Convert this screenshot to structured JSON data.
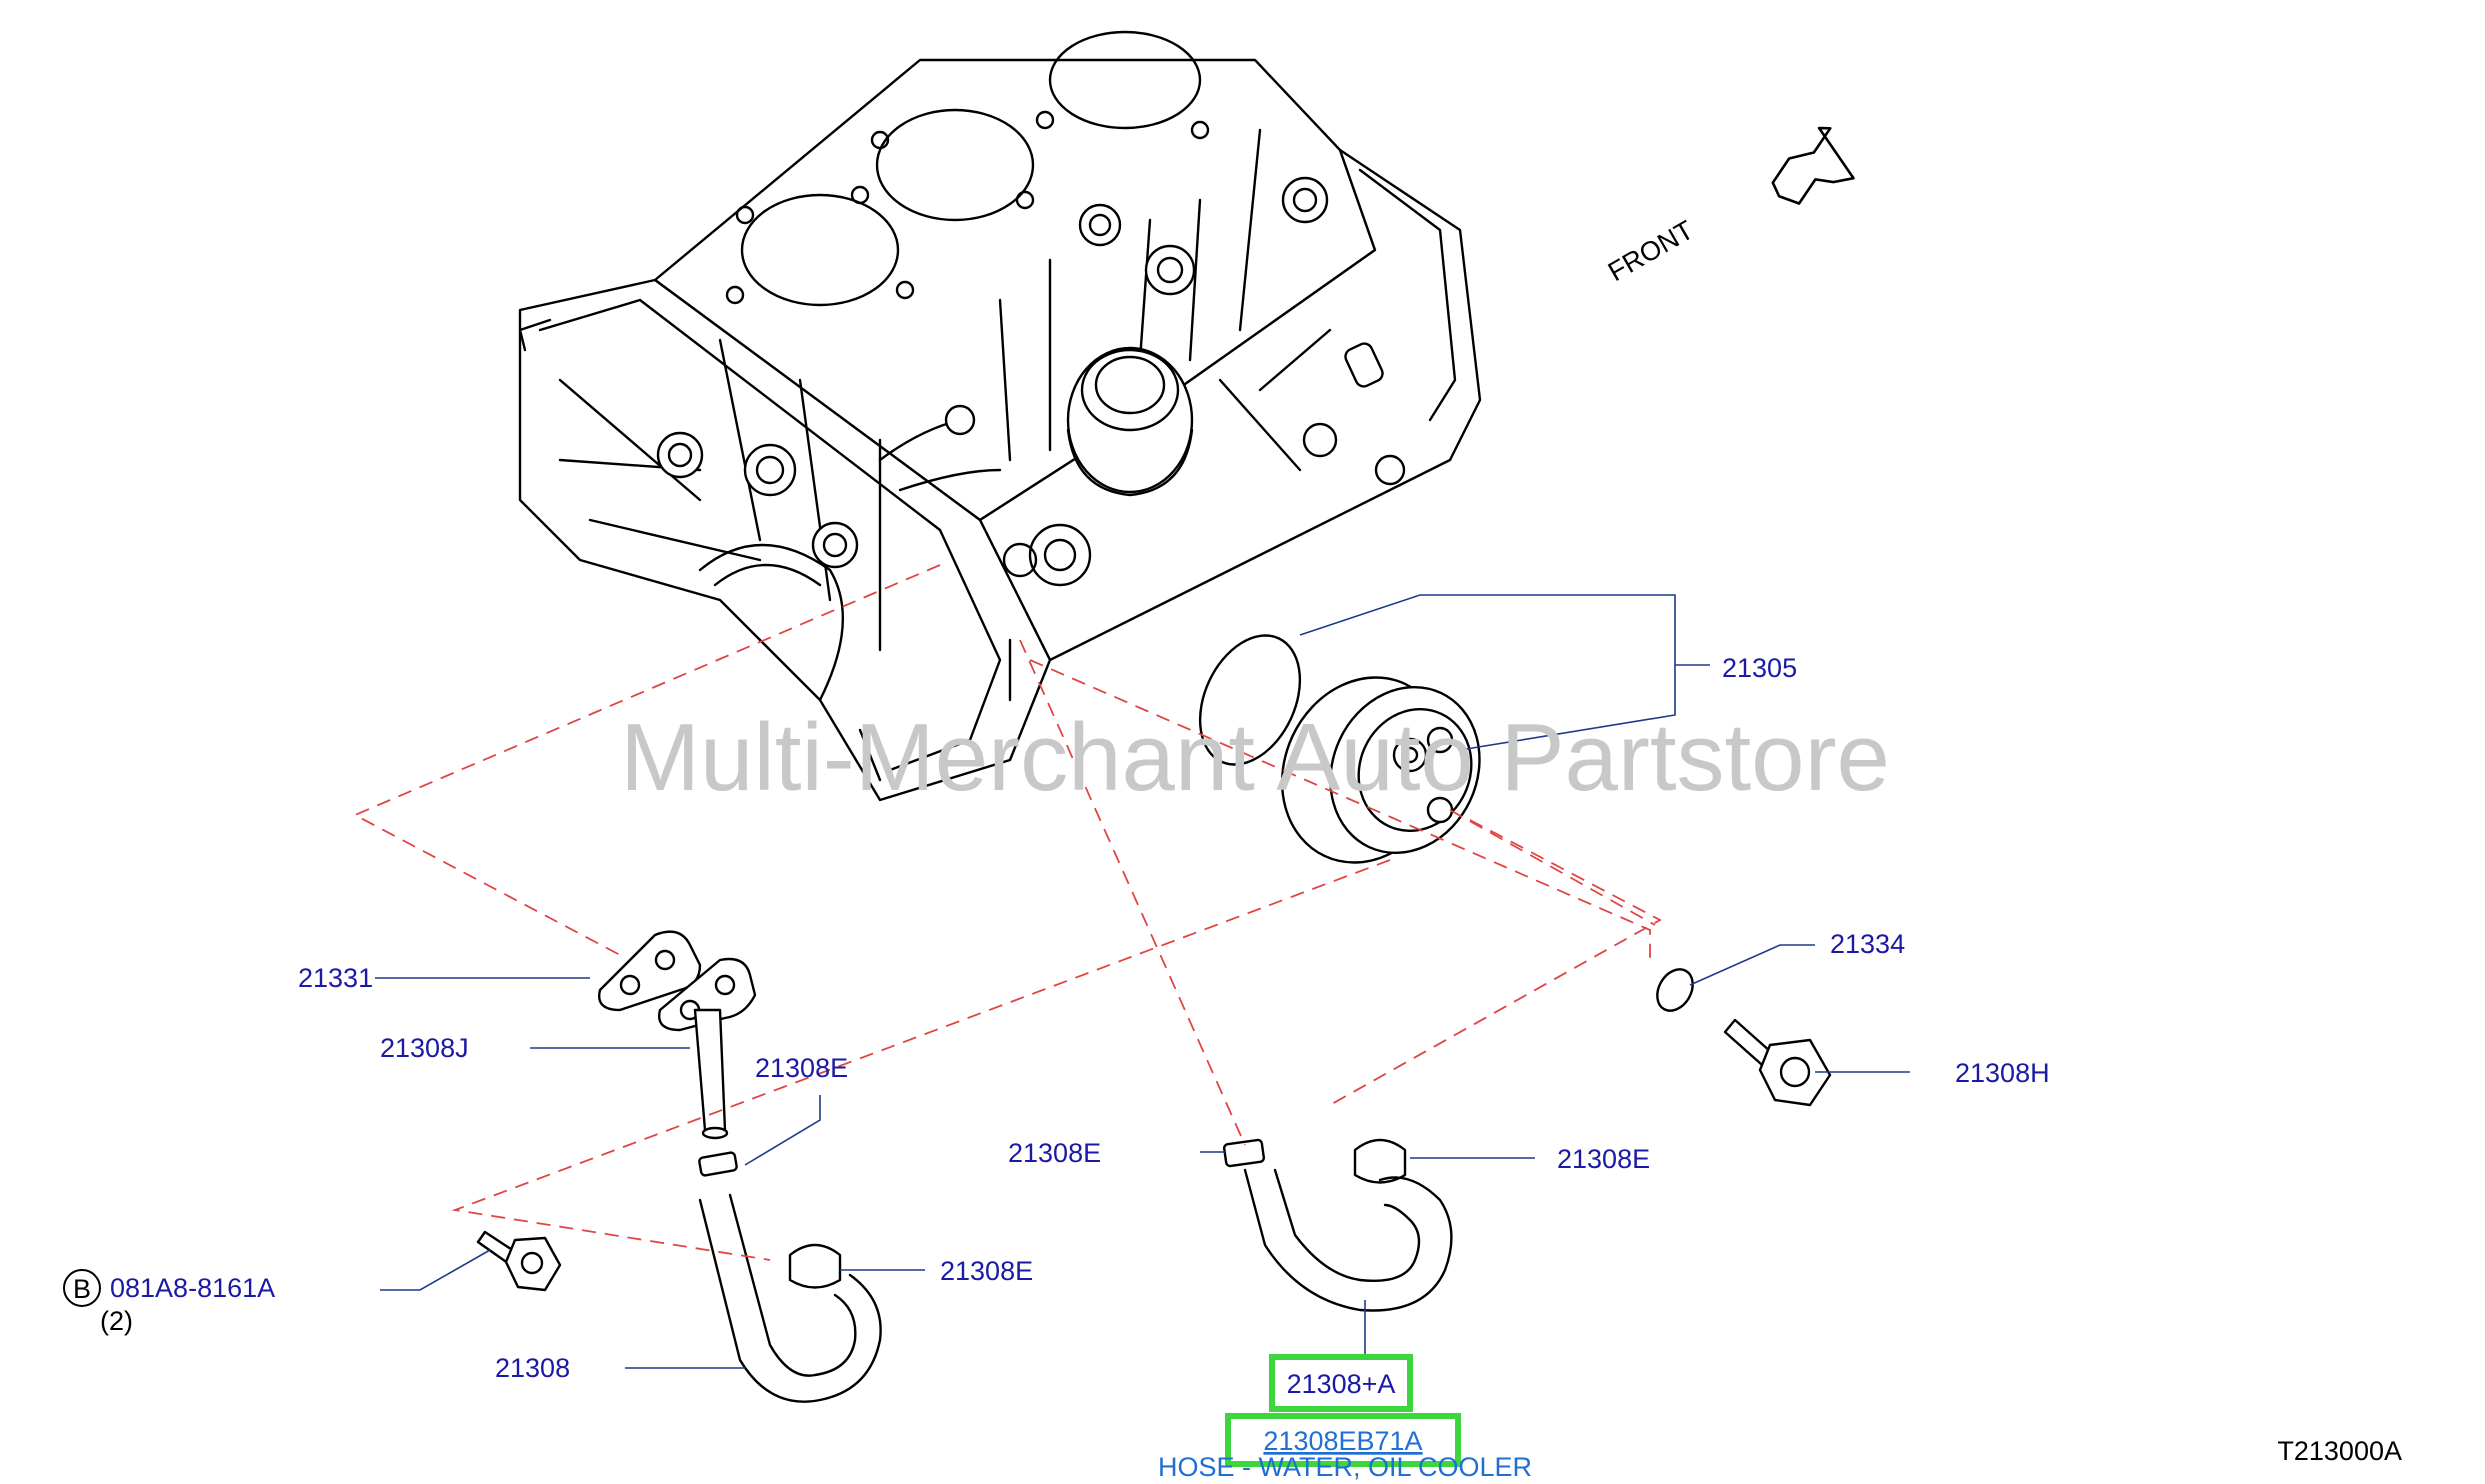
{
  "watermark": "Multi-Merchant Auto Partstore",
  "direction": {
    "text": "FRONT",
    "icon": "arrow-icon"
  },
  "figure_id": "T213000A",
  "parts": {
    "p21305": "21305",
    "p21334": "21334",
    "p21331": "21331",
    "p21308J": "21308J",
    "p21308E_top": "21308E",
    "p21308H": "21308H",
    "p21308E_mid_left": "21308E",
    "p21308E_mid_right": "21308E",
    "p21308E_low": "21308E",
    "p21308": "21308",
    "bolt_ref_circle": "B",
    "bolt_ref_code": "081A8-8161A",
    "bolt_ref_qty": "(2)"
  },
  "selected_part": {
    "ref": "21308+A",
    "number": "21308EB71A",
    "description": "HOSE - WATER, OIL COOLER"
  },
  "colors": {
    "label_blue": "#1a1aa6",
    "link_blue": "#1f6fd6",
    "highlight_green": "#3dd63d",
    "dash_red": "#e04545",
    "watermark_gray": "#c8c8c8"
  }
}
